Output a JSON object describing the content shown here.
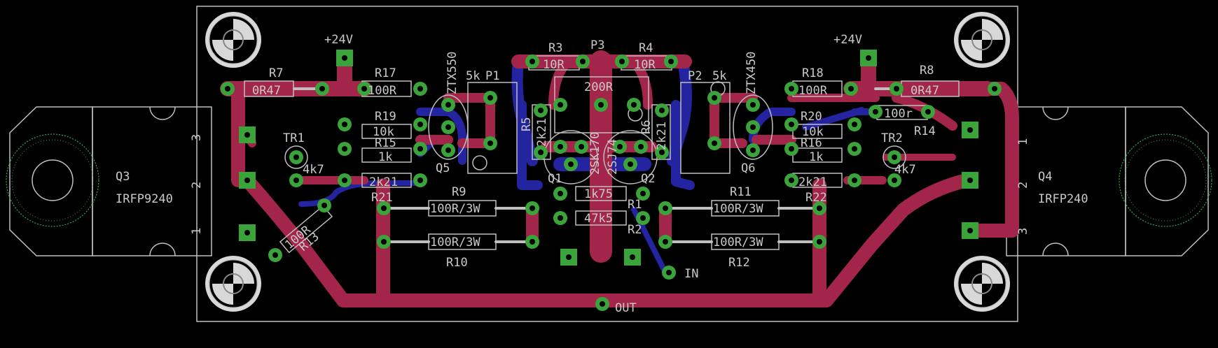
{
  "colors": {
    "background": "#000000",
    "top_copper": "#a3264a",
    "bottom_copper": "#2424a0",
    "pad_fill": "#3aa33a",
    "pad_hole": "#000000",
    "silkscreen": "#c9c9c9",
    "outline": "#bfbfbf",
    "hole_outline": "#2fa84f",
    "via": "#1d8f3e"
  },
  "labels": {
    "supply": "+24V",
    "supply_right": "+24V",
    "out": "OUT",
    "input": "IN",
    "R7": "R7",
    "R7_val": "0R47",
    "R8": "R8",
    "R8_val": "0R47",
    "R17": "R17",
    "R17_val": "100R",
    "R18": "R18",
    "R18_val": "100R",
    "R19": "R19",
    "R19_val": "10k",
    "R20": "R20",
    "R20_val": "10k",
    "R15": "R15",
    "R15_val": "1k",
    "R16": "R16",
    "R16_val": "1k",
    "R21": "R21",
    "R21_val": "2k21",
    "R22": "R22",
    "R22_val": "2k21",
    "R9": "R9",
    "R9_val": "100R/3W",
    "R10": "R10",
    "R10_val": "100R/3W",
    "R11": "R11",
    "R11_val": "100R/3W",
    "R12": "R12",
    "R12_val": "100R/3W",
    "R13": "R13",
    "R13_val": "100R",
    "R14": "R14",
    "R14_val": "100r",
    "R3": "R3",
    "R3_val": "10R",
    "R4": "R4",
    "R4_val": "10R",
    "R5": "R5",
    "R5_val": "2k21",
    "R6": "R6",
    "R6_val": "2k21",
    "R1": "R1",
    "R1_val": "1k75",
    "R2": "R2",
    "R2_val": "47k5",
    "P1": "P1",
    "P1_val": "5k",
    "P2": "P2",
    "P2_val": "5k",
    "P3": "P3",
    "P3_val": "200R",
    "Q1": "Q1",
    "Q1_val": "2SK170",
    "Q2": "Q2",
    "Q2_val": "2SJ74",
    "Q3": "Q3",
    "Q3_val": "IRFP9240",
    "Q4": "Q4",
    "Q4_val": "IRFP240",
    "Q5": "Q5",
    "Q5_val": "ZTX550",
    "Q6": "Q6",
    "Q6_val": "ZTX450",
    "TR1": "TR1",
    "TR1_val": "4k7",
    "TR2": "TR2",
    "TR2_val": "4k7",
    "pin1": "1",
    "pin2": "2",
    "pin3": "3"
  }
}
